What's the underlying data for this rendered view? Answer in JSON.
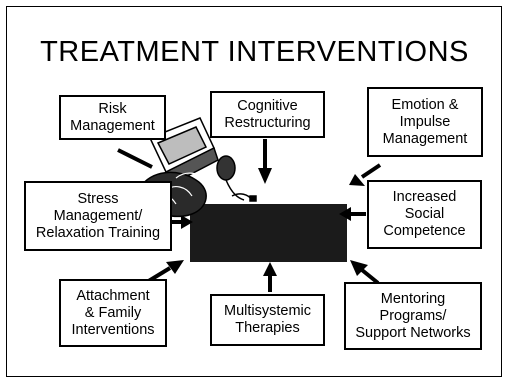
{
  "title": "TREATMENT INTERVENTIONS",
  "boxes": {
    "risk_management": "Risk\nManagement",
    "cognitive_restructuring": "Cognitive\nRestructuring",
    "emotion_impulse": "Emotion &\nImpulse\nManagement",
    "stress_management": "Stress\nManagement/\nRelaxation Training",
    "social_competence": "Increased\nSocial\nCompetence",
    "attachment_family": "Attachment\n& Family\nInterventions",
    "multisystemic": "Multisystemic\nTherapies",
    "mentoring": "Mentoring\nPrograms/\nSupport Networks"
  },
  "icon": "computer-clipart-icon"
}
